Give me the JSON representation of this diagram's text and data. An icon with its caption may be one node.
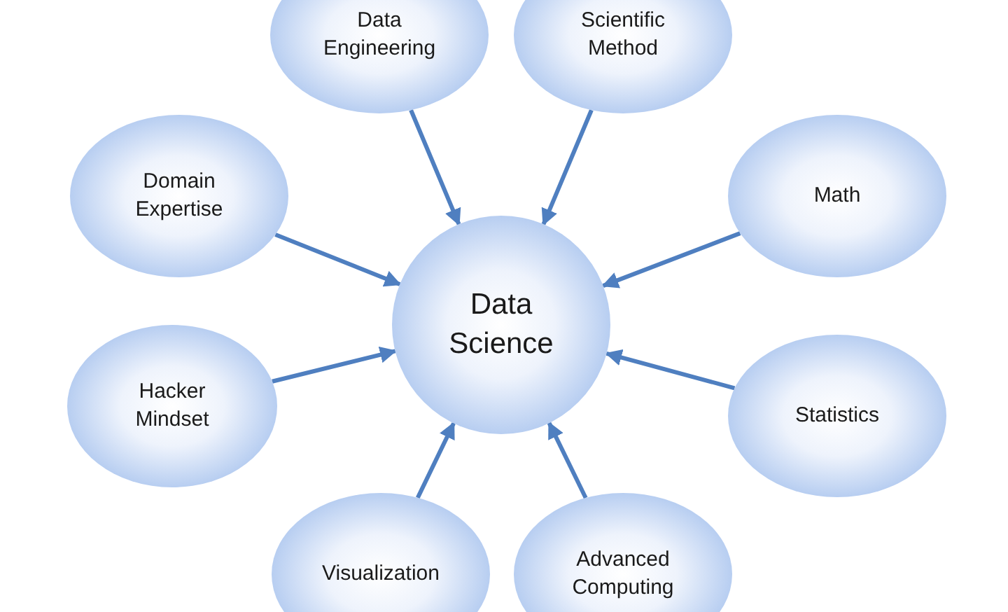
{
  "diagram": {
    "nodes": [
      {
        "text": [
          "Data Engineering"
        ]
      },
      {
        "text": [
          "Scientific Method"
        ]
      },
      {
        "text": [
          "Domain Expertise"
        ]
      },
      {
        "text": [
          "Math"
        ]
      },
      {
        "text": [
          "Data Science"
        ]
      },
      {
        "text": [
          "Hacker Mindset"
        ]
      },
      {
        "text": [
          "Statistics"
        ]
      },
      {
        "text": [
          "Visualization"
        ]
      },
      {
        "text": [
          "Advanced Computing"
        ]
      }
    ],
    "edges": [
      {
        "from": 0,
        "to": 4,
        "arrow": "to"
      },
      {
        "from": 1,
        "to": 4,
        "arrow": "to"
      },
      {
        "from": 2,
        "to": 4,
        "arrow": "to"
      },
      {
        "from": 3,
        "to": 4,
        "arrow": "to"
      },
      {
        "from": 5,
        "to": 4,
        "arrow": "to"
      },
      {
        "from": 6,
        "to": 4,
        "arrow": "to"
      },
      {
        "from": 7,
        "to": 4,
        "arrow": "to"
      },
      {
        "from": 8,
        "to": 4,
        "arrow": "to"
      }
    ]
  }
}
